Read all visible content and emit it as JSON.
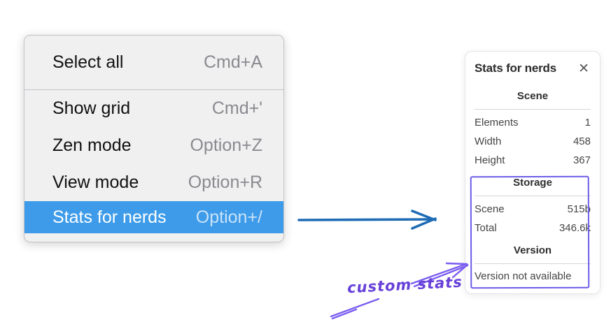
{
  "menu": {
    "items": [
      {
        "label": "Select all",
        "shortcut": "Cmd+A",
        "highlighted": false
      },
      {
        "label": "Show grid",
        "shortcut": "Cmd+'",
        "highlighted": false
      },
      {
        "label": "Zen mode",
        "shortcut": "Option+Z",
        "highlighted": false
      },
      {
        "label": "View mode",
        "shortcut": "Option+R",
        "highlighted": false
      },
      {
        "label": "Stats for nerds",
        "shortcut": "Option+/",
        "highlighted": true
      }
    ]
  },
  "stats_panel": {
    "title": "Stats for nerds",
    "close_icon": "close-x",
    "sections": [
      {
        "title": "Scene",
        "rows": [
          {
            "label": "Elements",
            "value": "1"
          },
          {
            "label": "Width",
            "value": "458"
          },
          {
            "label": "Height",
            "value": "367"
          }
        ]
      },
      {
        "title": "Storage",
        "rows": [
          {
            "label": "Scene",
            "value": "515b"
          },
          {
            "label": "Total",
            "value": "346.6k"
          }
        ]
      },
      {
        "title": "Version",
        "note": "Version not available"
      }
    ]
  },
  "annotations": {
    "custom_stats_label": "custom stats",
    "colors": {
      "menu_highlight": "#3d9be9",
      "flow_arrow_blue": "#1f6cb5",
      "annotation_purple": "#6c5ce7",
      "annotation_text_purple": "#6741d9"
    }
  }
}
